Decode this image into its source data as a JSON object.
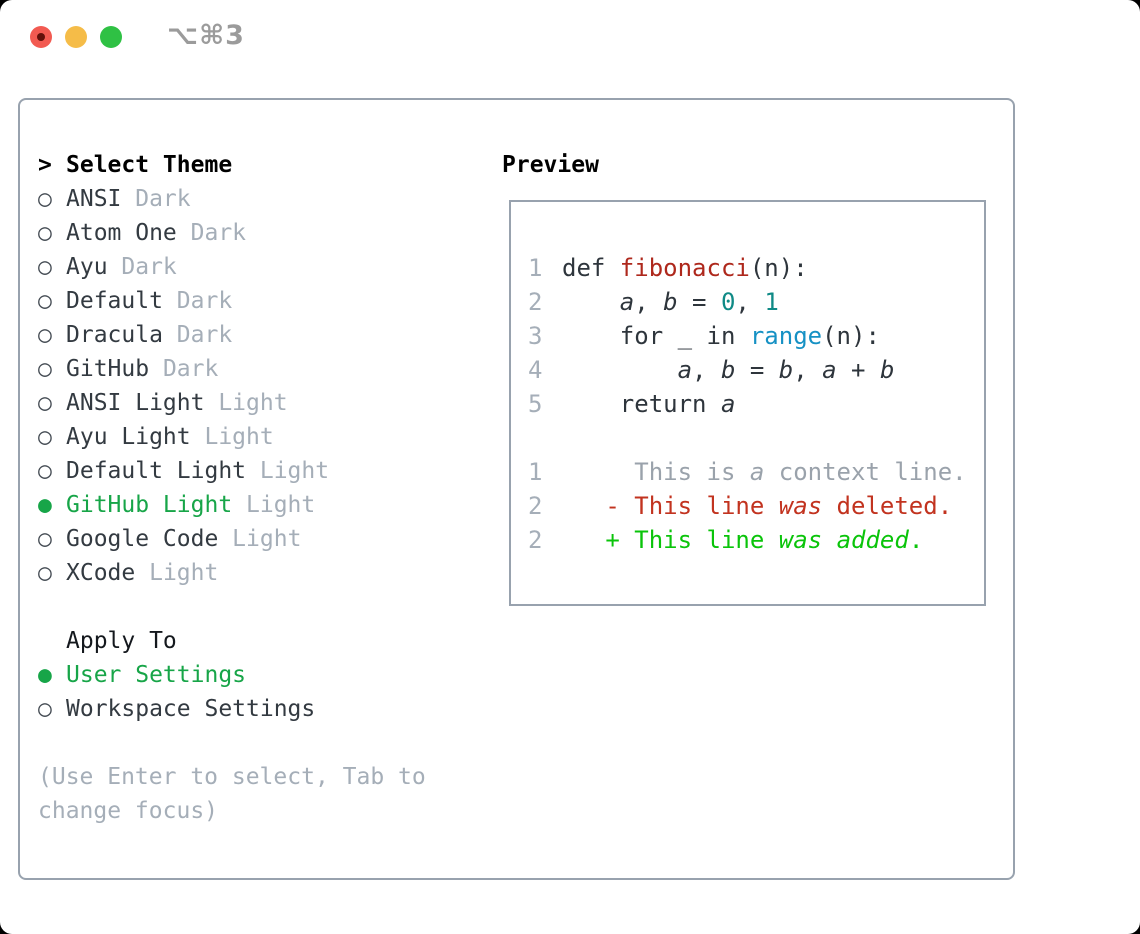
{
  "titlebar": {
    "shortcut": "⌥⌘3"
  },
  "colors": {
    "accent_green": "#17a548",
    "deleted_red": "#c2331f",
    "added_green": "#0ac40a",
    "function_red": "#ae281c",
    "number_teal": "#0f8a86",
    "builtin_blue": "#1691c4",
    "muted_gray": "#a5aeb8",
    "border_gray": "#98a2ae"
  },
  "theme_panel": {
    "heading_prefix": ">",
    "heading": "Select Theme",
    "radio_unselected": "○",
    "radio_selected": "●",
    "themes": [
      {
        "name": "ANSI",
        "variant": "Dark",
        "selected": false
      },
      {
        "name": "Atom One",
        "variant": "Dark",
        "selected": false
      },
      {
        "name": "Ayu",
        "variant": "Dark",
        "selected": false
      },
      {
        "name": "Default",
        "variant": "Dark",
        "selected": false
      },
      {
        "name": "Dracula",
        "variant": "Dark",
        "selected": false
      },
      {
        "name": "GitHub",
        "variant": "Dark",
        "selected": false
      },
      {
        "name": "ANSI Light",
        "variant": "Light",
        "selected": false
      },
      {
        "name": "Ayu Light",
        "variant": "Light",
        "selected": false
      },
      {
        "name": "Default Light",
        "variant": "Light",
        "selected": false
      },
      {
        "name": "GitHub Light",
        "variant": "Light",
        "selected": true
      },
      {
        "name": "Google Code",
        "variant": "Light",
        "selected": false
      },
      {
        "name": "XCode",
        "variant": "Light",
        "selected": false
      }
    ],
    "apply_to": {
      "heading": "Apply To",
      "options": [
        {
          "name": "User Settings",
          "selected": true
        },
        {
          "name": "Workspace Settings",
          "selected": false
        }
      ]
    },
    "hint": "(Use Enter to select, Tab to change focus)"
  },
  "preview": {
    "heading": "Preview",
    "lines": [
      {
        "n": "1",
        "segs": [
          {
            "t": "def ",
            "c": "sc"
          },
          {
            "t": "fibonacci",
            "c": "sfn"
          },
          {
            "t": "(n):",
            "c": "sc"
          }
        ]
      },
      {
        "n": "2",
        "segs": [
          {
            "t": "    ",
            "c": "sc"
          },
          {
            "t": "a",
            "c": "sid"
          },
          {
            "t": ", ",
            "c": "sc"
          },
          {
            "t": "b",
            "c": "sid"
          },
          {
            "t": " = ",
            "c": "sc"
          },
          {
            "t": "0",
            "c": "snum"
          },
          {
            "t": ", ",
            "c": "sc"
          },
          {
            "t": "1",
            "c": "snum"
          }
        ]
      },
      {
        "n": "3",
        "segs": [
          {
            "t": "    for _ in ",
            "c": "sc"
          },
          {
            "t": "range",
            "c": "sbi"
          },
          {
            "t": "(n):",
            "c": "sc"
          }
        ]
      },
      {
        "n": "4",
        "segs": [
          {
            "t": "        ",
            "c": "sc"
          },
          {
            "t": "a",
            "c": "sid"
          },
          {
            "t": ", ",
            "c": "sc"
          },
          {
            "t": "b",
            "c": "sid"
          },
          {
            "t": " = ",
            "c": "sc"
          },
          {
            "t": "b",
            "c": "sid"
          },
          {
            "t": ", ",
            "c": "sc"
          },
          {
            "t": "a",
            "c": "sid"
          },
          {
            "t": " + ",
            "c": "sc"
          },
          {
            "t": "b",
            "c": "sid"
          }
        ]
      },
      {
        "n": "5",
        "segs": [
          {
            "t": "    return ",
            "c": "sc"
          },
          {
            "t": "a",
            "c": "sid"
          }
        ]
      },
      {
        "n": "",
        "segs": []
      },
      {
        "n": "1",
        "segs": [
          {
            "t": "     This is ",
            "c": "sctx"
          },
          {
            "t": "a",
            "c": "sctxi"
          },
          {
            "t": " context line.",
            "c": "sctx"
          }
        ]
      },
      {
        "n": "2",
        "segs": [
          {
            "t": "   - This line ",
            "c": "sdel"
          },
          {
            "t": "was",
            "c": "sdeli"
          },
          {
            "t": " deleted.",
            "c": "sdel"
          }
        ]
      },
      {
        "n": "2",
        "segs": [
          {
            "t": "   + This line ",
            "c": "sadd"
          },
          {
            "t": "was",
            "c": "saddi"
          },
          {
            "t": " ",
            "c": "sadd"
          },
          {
            "t": "added",
            "c": "saddi"
          },
          {
            "t": ".",
            "c": "sadd"
          }
        ]
      }
    ]
  }
}
